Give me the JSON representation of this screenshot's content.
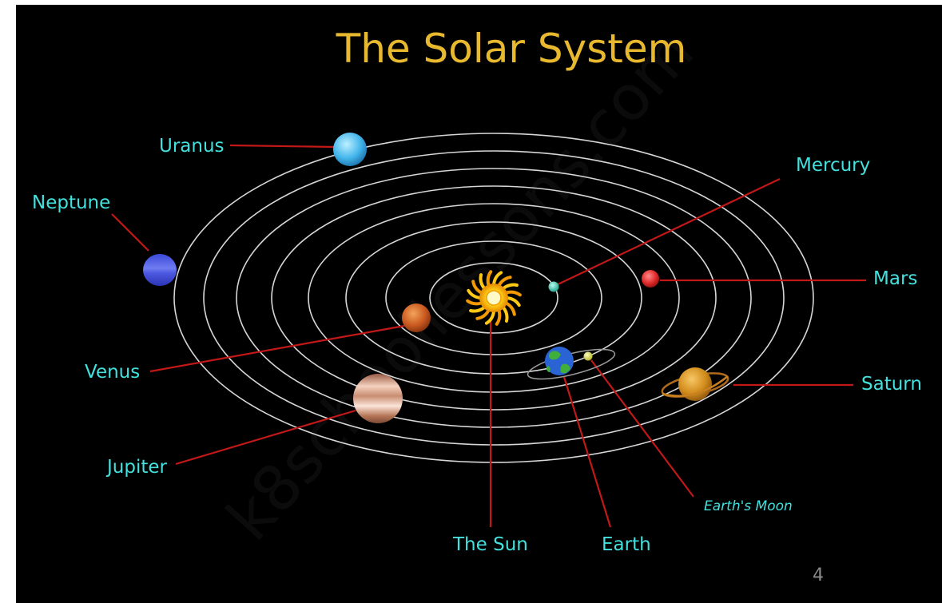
{
  "title": "The Solar System",
  "watermark": "k8schoollessons.com",
  "page_number": "4",
  "labels": {
    "uranus": "Uranus",
    "neptune": "Neptune",
    "venus": "Venus",
    "jupiter": "Jupiter",
    "the_sun": "The Sun",
    "earth": "Earth",
    "earths_moon": "Earth's Moon",
    "mercury": "Mercury",
    "mars": "Mars",
    "saturn": "Saturn"
  },
  "colors": {
    "background": "#000000",
    "title": "#e8b92e",
    "label_text": "#43e0dd",
    "leader_lines": "#c21818",
    "orbits": "#d6d6d6"
  }
}
